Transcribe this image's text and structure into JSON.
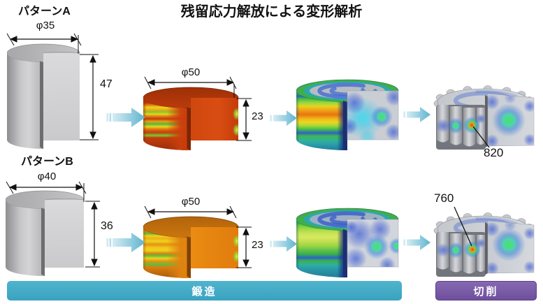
{
  "title": "残留応力解放による変形解析",
  "patterns": {
    "a": {
      "label": "パターンA",
      "billet_diameter": "φ35",
      "billet_height": "47",
      "forged_diameter": "φ50",
      "forged_height": "23",
      "result_value": "820"
    },
    "b": {
      "label": "パターンB",
      "billet_diameter": "φ40",
      "billet_height": "36",
      "forged_diameter": "φ50",
      "forged_height": "23",
      "result_value": "760"
    }
  },
  "process_stages": {
    "forging": "鍛造",
    "cutting": "切削"
  },
  "colors": {
    "forging_bar": "#44adc9",
    "cutting_bar": "#7a5aa8",
    "process_arrow": "#69b8d2"
  }
}
